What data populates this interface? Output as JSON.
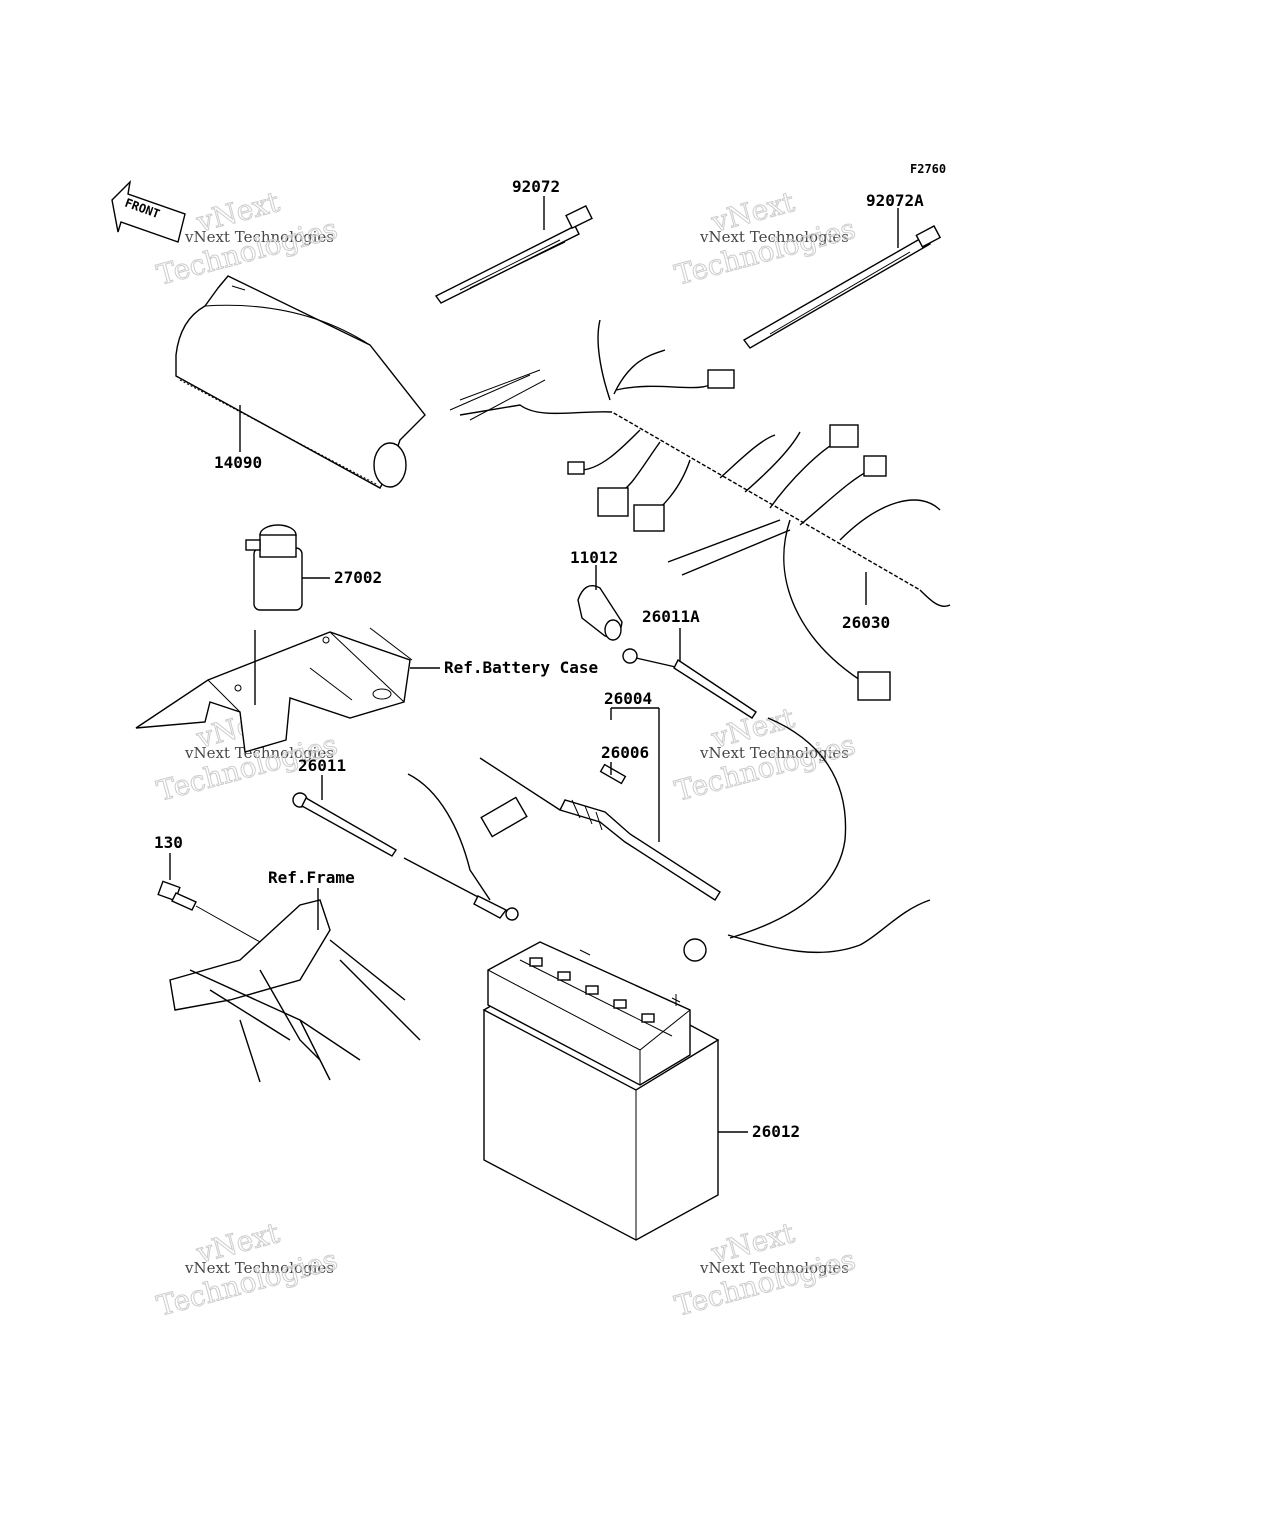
{
  "figure_code": "F2760",
  "front_label": "FRONT",
  "labels": {
    "p92072": "92072",
    "p92072a": "92072A",
    "p14090": "14090",
    "p27002": "27002",
    "p11012": "11012",
    "p26011a": "26011A",
    "p26030": "26030",
    "p26004": "26004",
    "p26006": "26006",
    "p26011": "26011",
    "p130": "130",
    "p26012": "26012"
  },
  "refs": {
    "battery_case": "Ref.Battery Case",
    "frame": "Ref.Frame"
  },
  "watermark": {
    "line1": "vNext Technologies",
    "line2": "vNext",
    "line3": "Technologies"
  }
}
